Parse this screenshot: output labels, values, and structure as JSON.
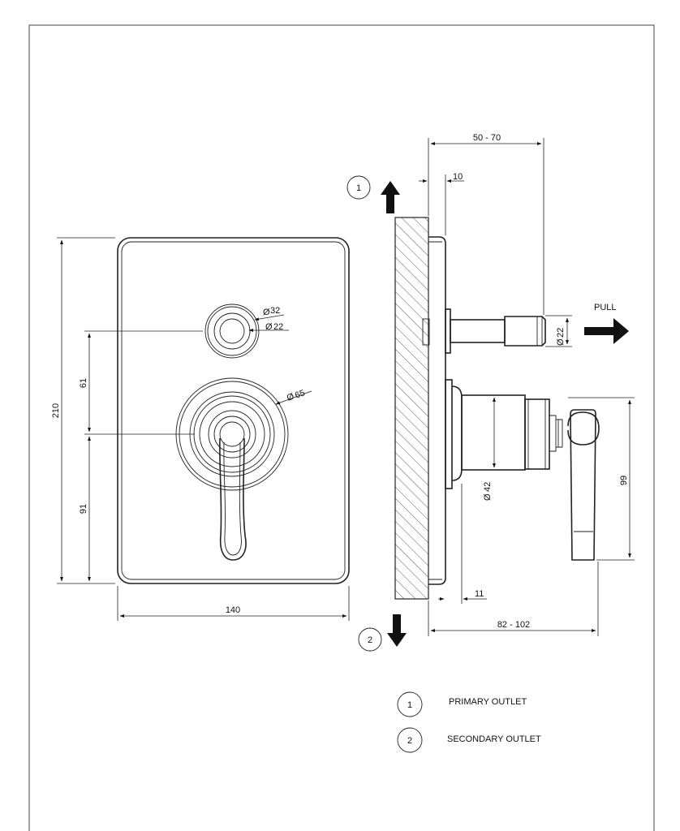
{
  "dimensions": {
    "height_total": "210",
    "width_total": "140",
    "upper_height": "61",
    "lower_height": "91",
    "dia_outer_small": "32",
    "dia_inner_small": "22",
    "dia_large": "65",
    "depth_range": "50 - 70",
    "plate_thickness": "10",
    "dia_pull": "22",
    "dia_body": "42",
    "lever_height": "99",
    "base_offset": "11",
    "projection_range": "82 - 102",
    "diameter_symbol": "Ø"
  },
  "labels": {
    "pull": "PULL"
  },
  "outlets": [
    {
      "number": "1",
      "label": "PRIMARY OUTLET"
    },
    {
      "number": "2",
      "label": "SECONDARY OUTLET"
    }
  ]
}
